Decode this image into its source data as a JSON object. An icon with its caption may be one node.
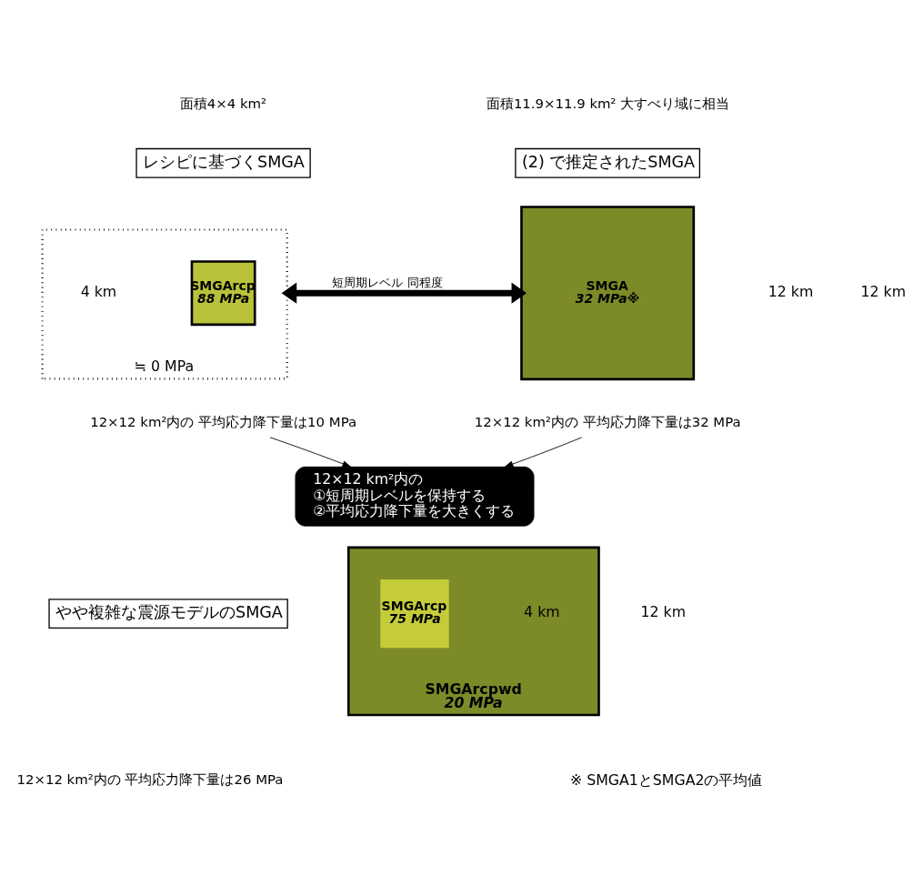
{
  "diagram": {
    "nodes": [
      {
        "text": [
          "レシピに基づくSMGA"
        ],
        "beside": [
          "面積4×4 km²"
        ]
      },
      {
        "text": [
          "≒ 0 MPa"
        ]
      },
      {
        "text": [
          "SMGArcp",
          "88 MPa"
        ],
        "in": 1
      },
      {
        "text": [
          "(2) で推定されたSMGA"
        ],
        "beside": [
          "面積11.9×11.9 km² 大すべり域に相当"
        ]
      },
      {
        "text": [
          "SMGA",
          "32 MPa※"
        ]
      },
      {
        "text": [
          "12×12 km²内の 平均応力降下量は10 MPa"
        ]
      },
      {
        "text": [
          "12×12 km²内の 平均応力降下量は32 MPa"
        ]
      },
      {
        "text": [
          "12×12 km²内の",
          "①短周期レベルを保持する",
          "②平均応力降下量を大きくする"
        ]
      },
      {
        "text": [
          "やや複雑な震源モデルのSMGA"
        ]
      },
      {
        "text": [
          "SMGArcpwd",
          "20 MPa"
        ]
      },
      {
        "text": [
          "SMGArcp",
          "75 MPa"
        ],
        "in": 9
      },
      {
        "text": [
          "12×12 km²内の 平均応力降下量は26 MPa"
        ]
      }
    ],
    "edges": [
      {
        "from": 1,
        "to": 4,
        "arrow": "both",
        "label": "短周期レベル 同程度",
        "style": "thick"
      },
      {
        "from": 5,
        "to": 7,
        "arrow": "to"
      },
      {
        "from": 6,
        "to": 7,
        "arrow": "to"
      }
    ],
    "labels": [
      "12 km",
      "4 km",
      "12 km",
      "12 km",
      "4 km",
      "※ SMGA1とSMGA2の平均値"
    ]
  }
}
